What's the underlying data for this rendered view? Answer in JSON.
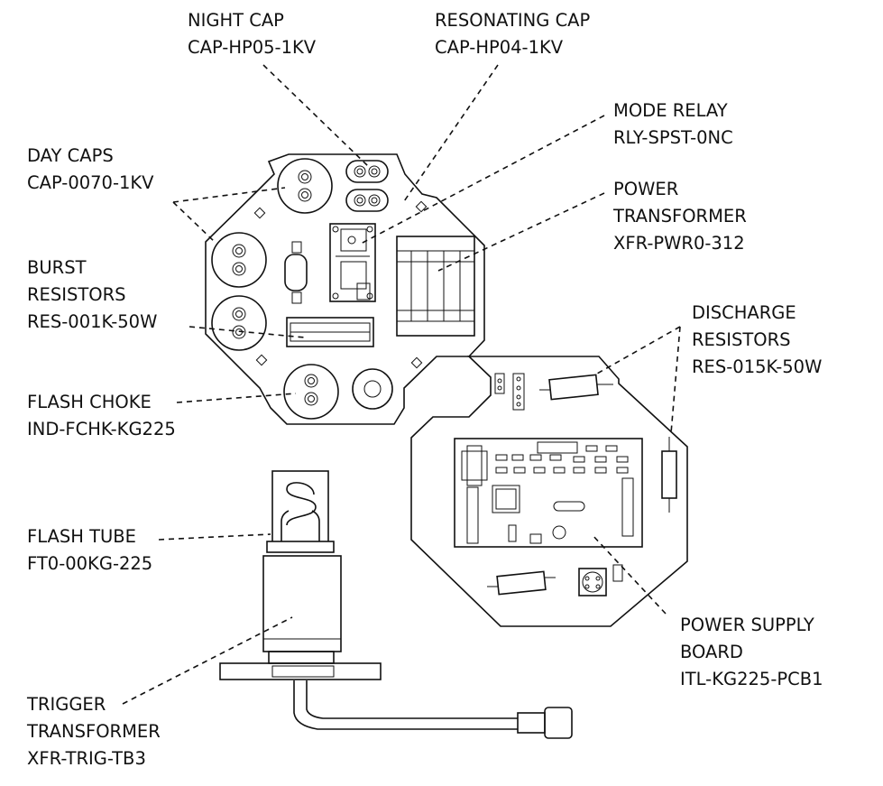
{
  "labels": {
    "night_cap": {
      "name": "NIGHT CAP",
      "part": "CAP-HP05-1KV"
    },
    "resonating_cap": {
      "name": "RESONATING CAP",
      "part": "CAP-HP04-1KV"
    },
    "mode_relay": {
      "name": "MODE RELAY",
      "part": "RLY-SPST-0NC"
    },
    "power_transformer": {
      "name_1": "POWER",
      "name_2": "TRANSFORMER",
      "part": "XFR-PWR0-312"
    },
    "day_caps": {
      "name": "DAY CAPS",
      "part": "CAP-0070-1KV"
    },
    "burst_resistors": {
      "name_1": "BURST",
      "name_2": "RESISTORS",
      "part": "RES-001K-50W"
    },
    "flash_choke": {
      "name": "FLASH CHOKE",
      "part": "IND-FCHK-KG225"
    },
    "discharge_resistors": {
      "name_1": "DISCHARGE",
      "name_2": "RESISTORS",
      "part": "RES-015K-50W"
    },
    "flash_tube": {
      "name": "FLASH TUBE",
      "part": "FT0-00KG-225"
    },
    "power_supply_board": {
      "name_1": "POWER SUPPLY",
      "name_2": "BOARD",
      "part": "ITL-KG225-PCB1"
    },
    "trigger_transformer": {
      "name_1": "TRIGGER",
      "name_2": "TRANSFORMER",
      "part": "XFR-TRIG-TB3"
    }
  }
}
